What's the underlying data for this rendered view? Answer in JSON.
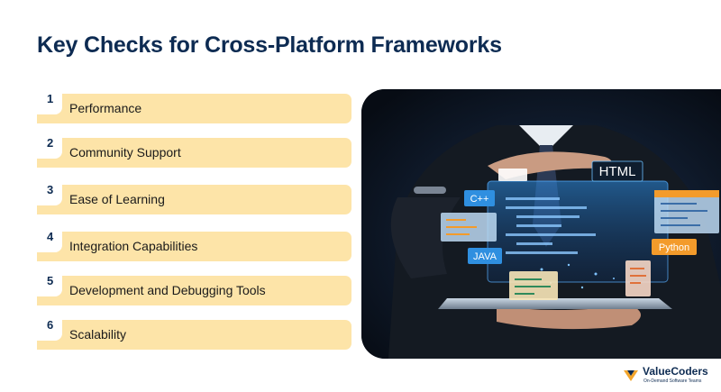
{
  "heading": "Key Checks for Cross-Platform Frameworks",
  "checks": [
    {
      "number": "1",
      "label": "Performance"
    },
    {
      "number": "2",
      "label": "Community Support"
    },
    {
      "number": "3",
      "label": "Ease of Learning"
    },
    {
      "number": "4",
      "label": "Integration Capabilities"
    },
    {
      "number": "5",
      "label": "Development and Debugging Tools"
    },
    {
      "number": "6",
      "label": "Scalability"
    }
  ],
  "illustration": {
    "tags": {
      "html": "HTML",
      "cpp": "C++",
      "java": "JAVA",
      "python": "Python"
    }
  },
  "logo": {
    "brand": "ValueCoders",
    "tagline": "On-Demand Software Teams"
  },
  "colors": {
    "heading": "#0d2b52",
    "bar": "#fde4a8",
    "accent_orange": "#f39b2b",
    "screen_glow": "#2f8fe0"
  }
}
